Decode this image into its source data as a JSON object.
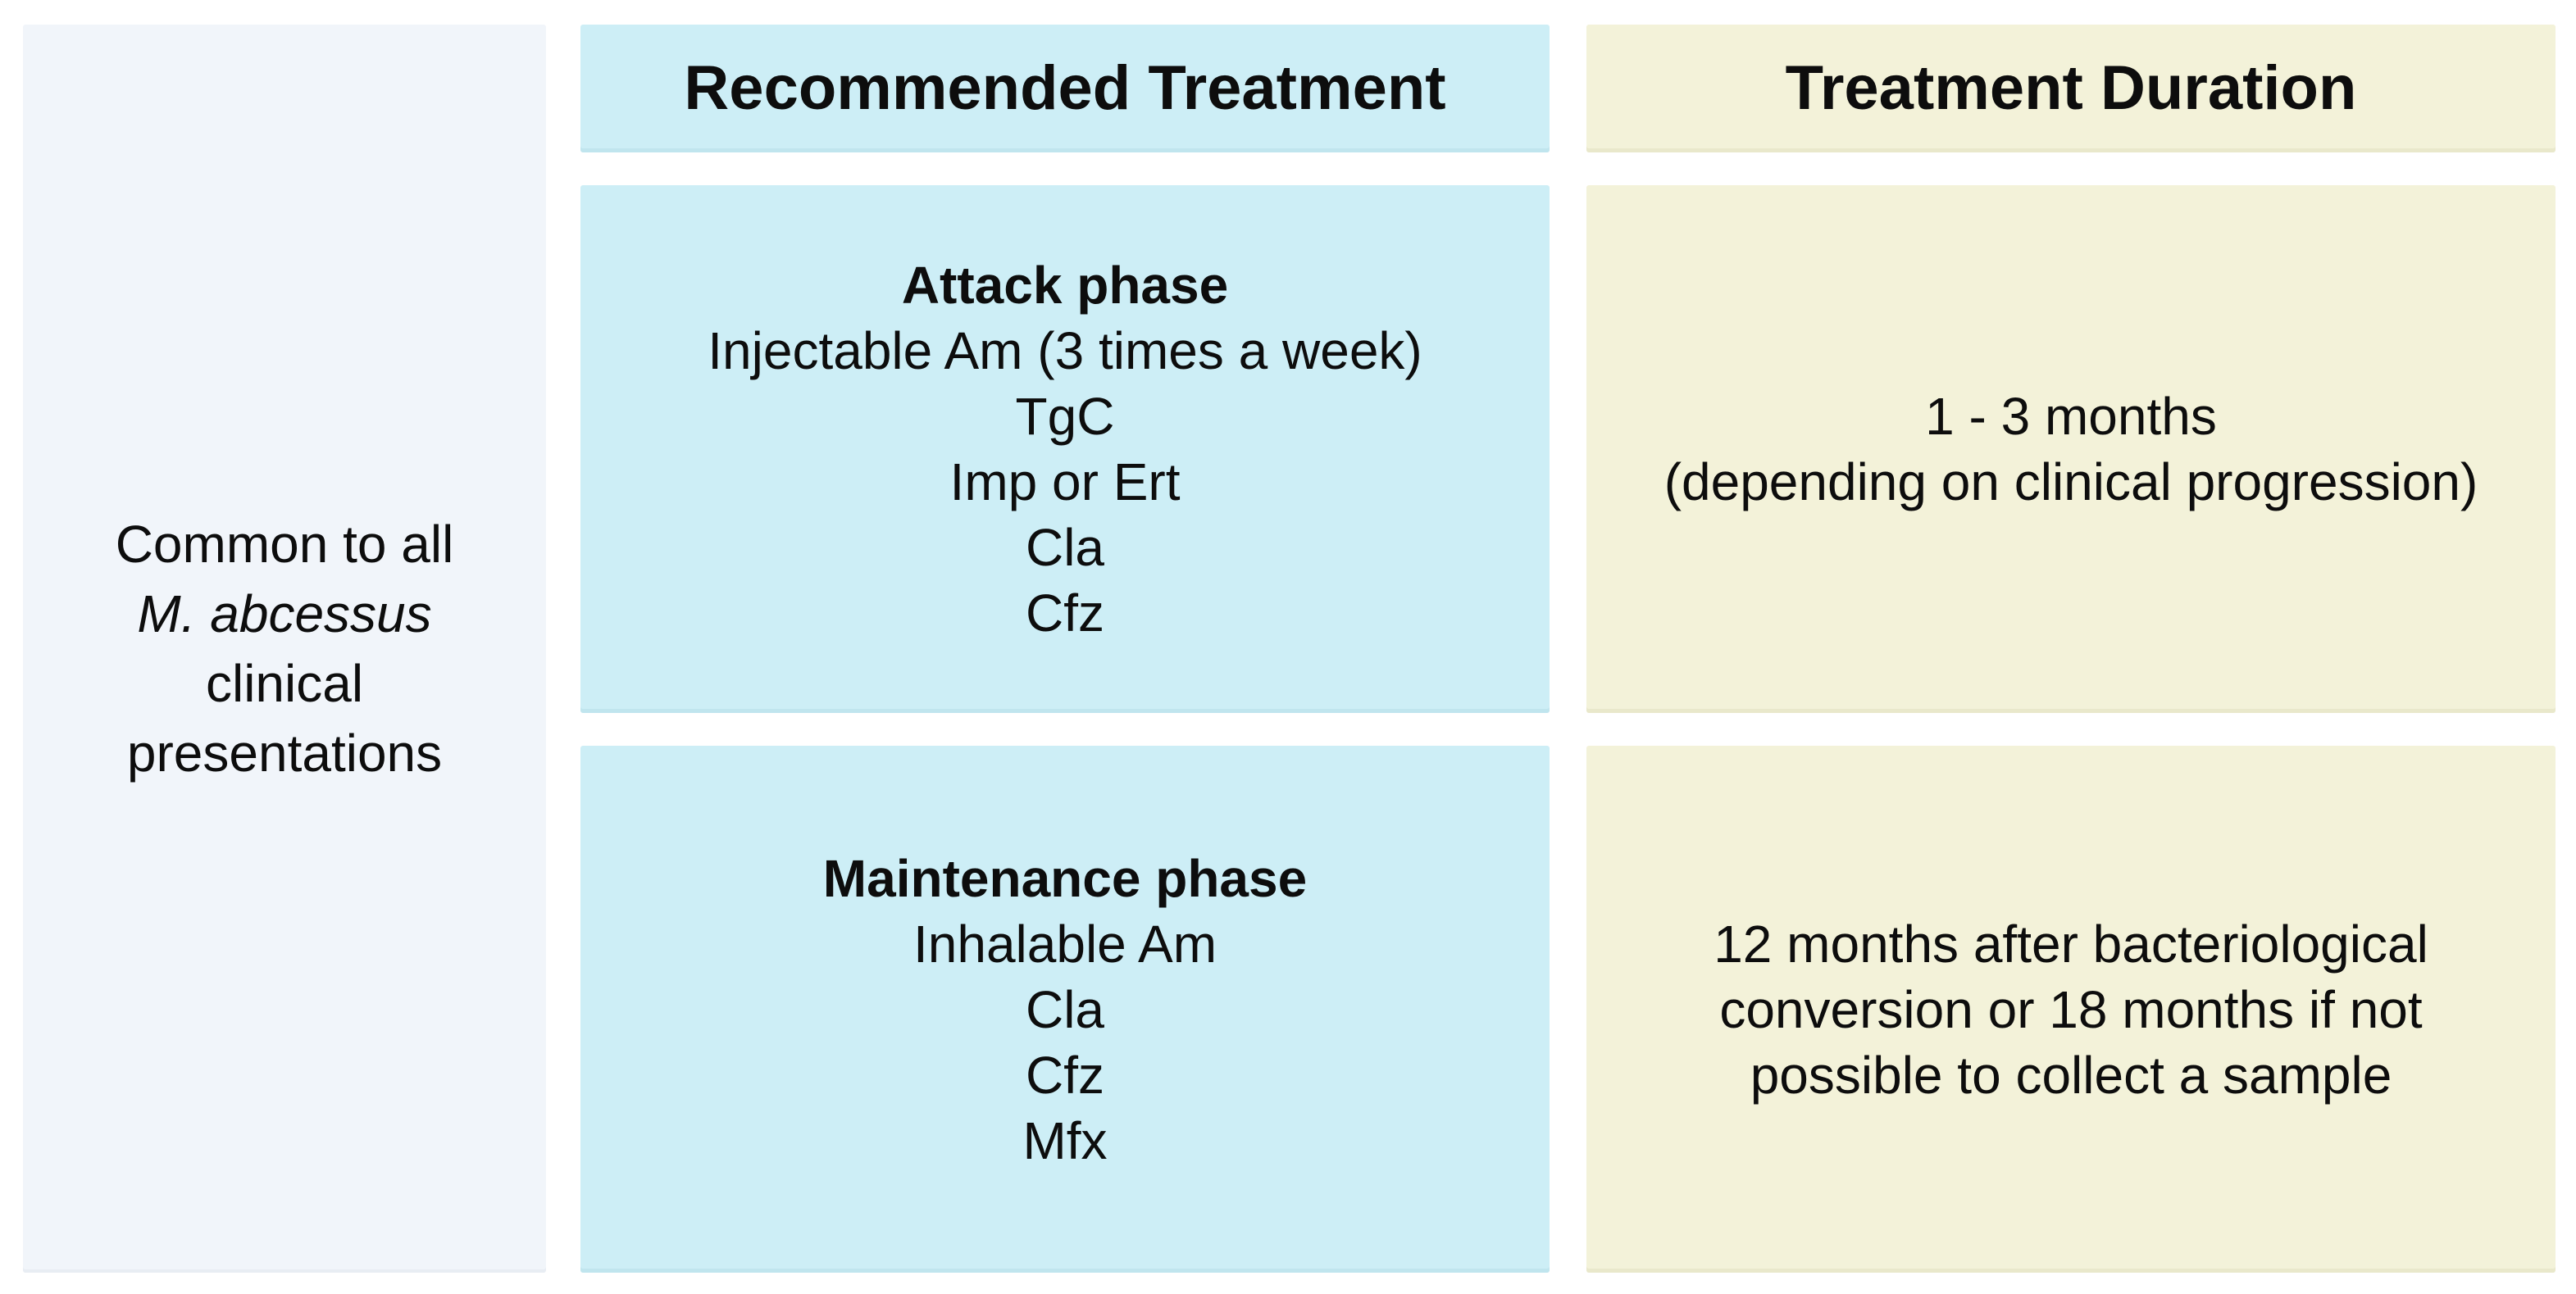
{
  "colors": {
    "background": "#ffffff",
    "text": "#0d0d0d",
    "treatment_column": "#cdeef6",
    "duration_column": "#f3f2d9",
    "row_label_column": "#f1f5fa"
  },
  "left_panel": {
    "lines": [
      "Common to all",
      "M. abcessus",
      "clinical",
      "presentations"
    ]
  },
  "headers": {
    "treatment": "Recommended Treatment",
    "duration": "Treatment Duration"
  },
  "attack_phase": {
    "title": "Attack phase",
    "drugs": [
      "Injectable Am (3 times a week)",
      "TgC",
      "Imp or Ert",
      "Cla",
      "Cfz"
    ],
    "duration_lines": [
      "1 - 3 months",
      "(depending on clinical progression)"
    ]
  },
  "maintenance_phase": {
    "title": "Maintenance phase",
    "drugs": [
      "Inhalable Am",
      "Cla",
      "Cfz",
      "Mfx"
    ],
    "duration_lines": [
      "12 months after bacteriological",
      "conversion or 18 months if not",
      "possible to collect a sample"
    ]
  }
}
